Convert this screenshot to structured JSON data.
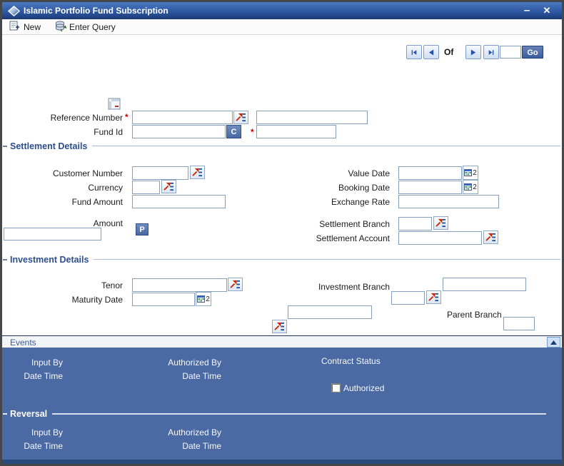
{
  "titlebar": {
    "title": "Islamic Portfolio Fund Subscription",
    "minimize_glyph": "–",
    "close_glyph": "✕"
  },
  "toolbar": {
    "new_label": "New",
    "enter_query_label": "Enter Query"
  },
  "nav": {
    "of_label": "Of",
    "go_label": "Go",
    "page_value": ""
  },
  "required_marker": "*",
  "sections": {
    "settlement": "Settlement Details",
    "investment": "Investment Details"
  },
  "fields": {
    "reference_number": {
      "label": "Reference Number",
      "value": "",
      "alt_value": ""
    },
    "fund_id": {
      "label": "Fund Id",
      "value": "",
      "alt_value": "",
      "c_button_label": "C"
    },
    "customer_number": {
      "label": "Customer Number",
      "value": ""
    },
    "currency": {
      "label": "Currency",
      "value": ""
    },
    "fund_amount": {
      "label": "Fund Amount",
      "value": ""
    },
    "amount": {
      "label": "Amount",
      "value": "",
      "p_button_label": "P"
    },
    "value_date": {
      "label": "Value Date",
      "value": ""
    },
    "booking_date": {
      "label": "Booking Date",
      "value": ""
    },
    "exchange_rate": {
      "label": "Exchange Rate",
      "value": ""
    },
    "settlement_branch": {
      "label": "Settlement Branch",
      "value": ""
    },
    "settlement_account": {
      "label": "Settlement Account",
      "value": ""
    },
    "tenor": {
      "label": "Tenor",
      "value": ""
    },
    "maturity_date": {
      "label": "Maturity Date",
      "value": ""
    },
    "investment_branch": {
      "label": "Investment Branch",
      "value": "",
      "code_value": ""
    },
    "parent_branch": {
      "label": "Parent Branch",
      "value": ""
    },
    "unlabeled_field": {
      "value": ""
    }
  },
  "calendar_button_digit": "2",
  "events_panel": {
    "title": "Events",
    "input_by_label": "Input By",
    "authorized_by_label": "Authorized By",
    "contract_status_label": "Contract Status",
    "input_date_time_label": "Date Time",
    "authorized_date_time_label": "Date Time",
    "authorized_checkbox_label": "Authorized",
    "authorized_checked": false
  },
  "reversal_panel": {
    "title": "Reversal",
    "input_by_label": "Input By",
    "authorized_by_label": "Authorized By",
    "input_date_time_label": "Date Time",
    "authorized_date_time_label": "Date Time"
  },
  "colors": {
    "titlebar_top": "#4b79bf",
    "titlebar_bottom": "#1c3a74",
    "footer_blue": "#4b69a2",
    "footer_strip": "#2a4a7e",
    "section_title_blue": "#2c4d8e",
    "required_red": "#c00000",
    "lov_arrow_red": "#cc2800",
    "lov_bars_blue": "#1c4fa0",
    "button_blue": "#4a68a2",
    "input_border": "#86a0bc"
  }
}
